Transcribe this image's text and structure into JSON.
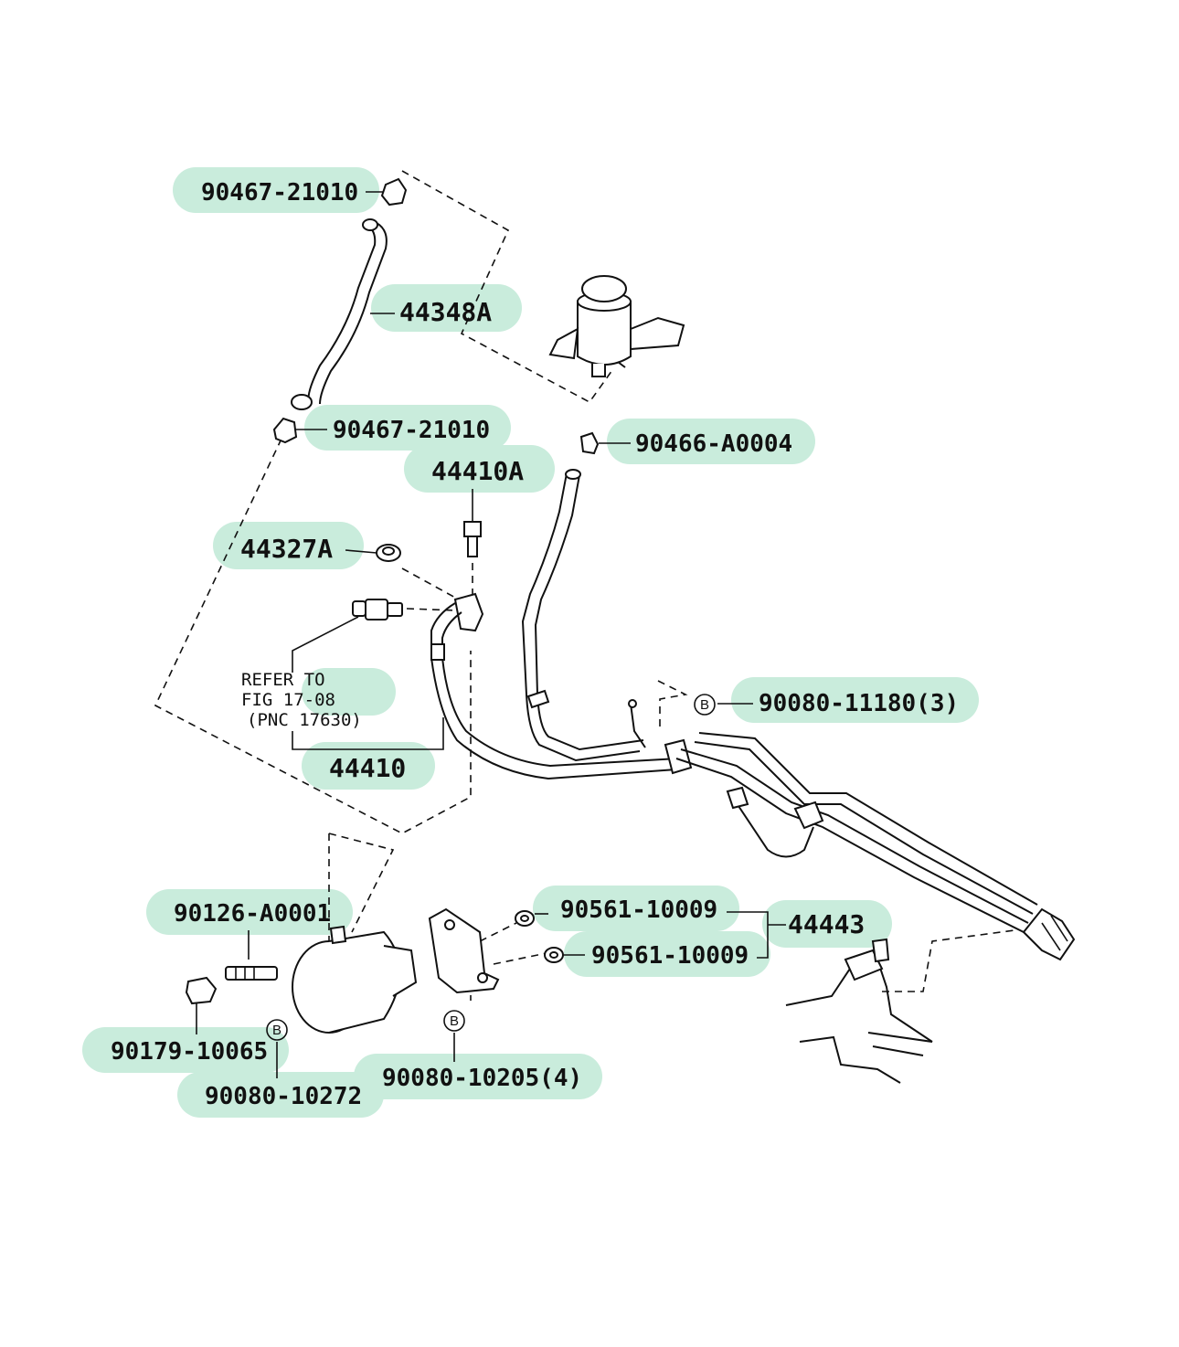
{
  "callouts": {
    "c1": "90467-21010",
    "c2": "44348A",
    "c3": "90467-21010",
    "c4": "90466-A0004",
    "c5": "44410A",
    "c6": "44327A",
    "c7": "90080-11180(3)",
    "c8": "44410",
    "c9": "90126-A0001",
    "c10": "90561-10009",
    "c11": "90561-10009",
    "c12": "44443",
    "c13": "90179-10065",
    "c14": "90080-10272",
    "c15": "90080-10205(4)"
  },
  "reference_note": {
    "line1": "REFER TO",
    "line2": "FIG 17-08",
    "line3": "(PNC 17630)"
  },
  "markers": {
    "b1": "B",
    "b2": "B",
    "b3": "B"
  },
  "colors": {
    "highlight": "#c9ecdc",
    "ink": "#111111"
  }
}
